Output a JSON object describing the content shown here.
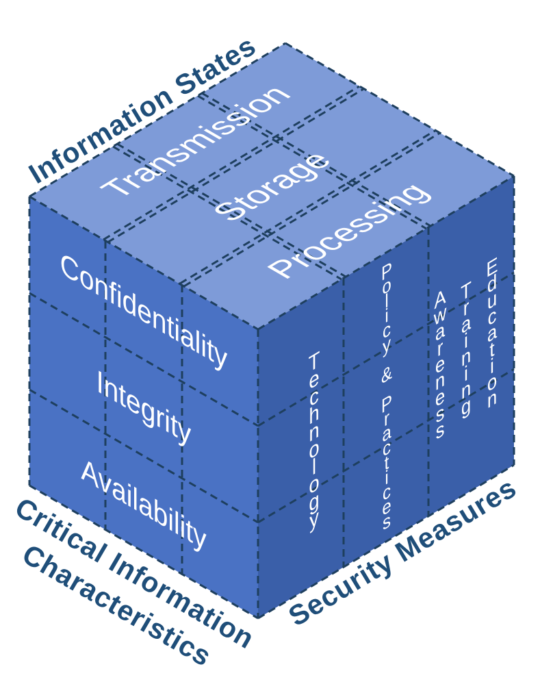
{
  "diagram": {
    "name": "information-security-cube"
  },
  "axes": {
    "top_left": "Information States",
    "bottom_left_line1": "Critical Information",
    "bottom_left_line2": "Characteristics",
    "bottom_right": "Security Measures"
  },
  "top_face": {
    "labels": [
      "Transmission",
      "Storage",
      "Processing"
    ]
  },
  "left_face": {
    "labels": [
      "Confidentiality",
      "Integrity",
      "Availability"
    ]
  },
  "right_face": {
    "columns": [
      [
        "Technology"
      ],
      [
        "Policy & Practices"
      ],
      [
        "Education",
        "Training",
        "Awareness"
      ]
    ]
  },
  "colors": {
    "top_face": "#7E9BD8",
    "left_face": "#4A72C4",
    "right_face": "#3A5FA9",
    "line": "#1E3F5E",
    "face_text": "#FFFFFF",
    "axis_text": "#1F4E79",
    "background": "#FFFFFF"
  }
}
